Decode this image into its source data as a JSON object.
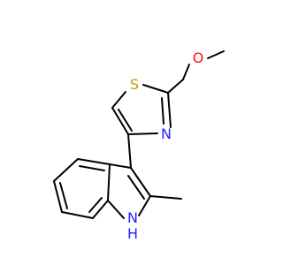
{
  "molecule": {
    "atoms": {
      "oxygen": {
        "label": "O",
        "color": "#ff0d0d"
      },
      "sulfur": {
        "label": "S",
        "color": "#b8a100"
      },
      "nitrogen_thiazole": {
        "label": "N",
        "color": "#2020ff"
      },
      "nitrogen_indole": {
        "label": "N",
        "color": "#2020ff"
      },
      "indole_hydrogen": {
        "label": "H",
        "color": "#2020ff"
      }
    },
    "bond_color": "#000000",
    "background": "#ffffff"
  }
}
